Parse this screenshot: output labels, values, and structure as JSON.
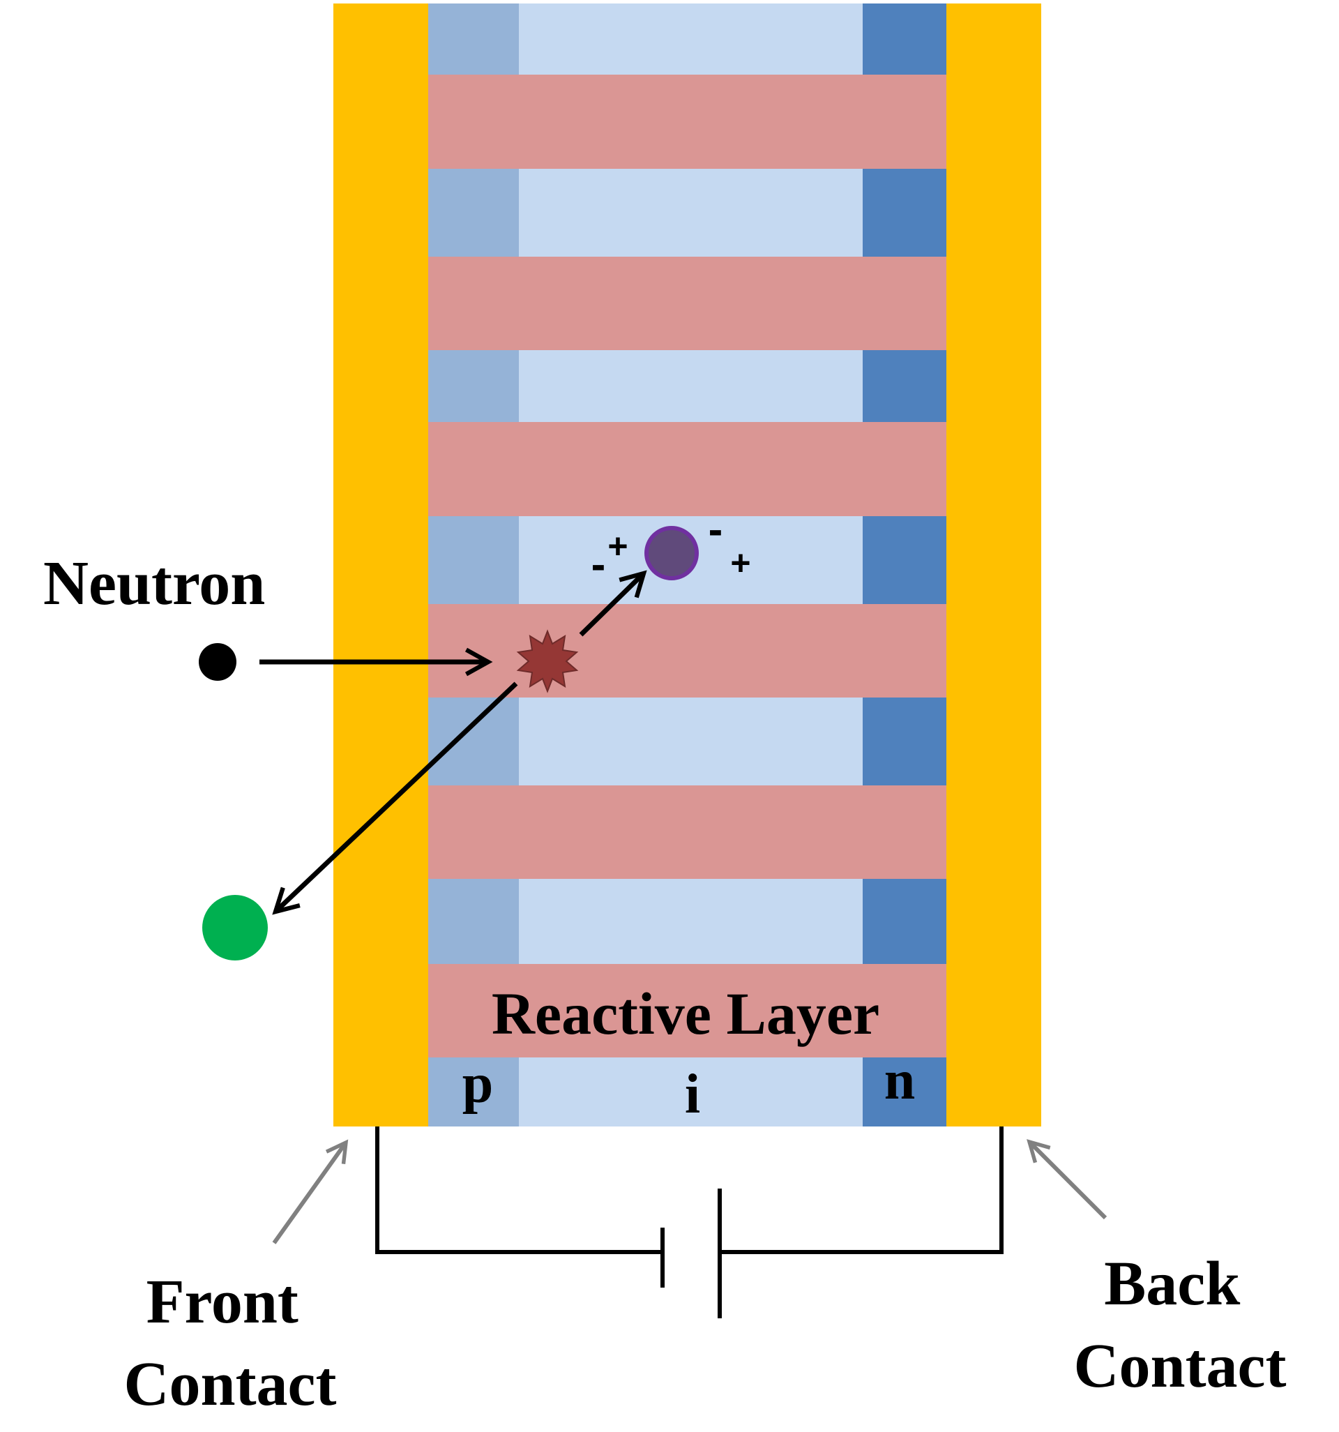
{
  "labels": {
    "neutron": "Neutron",
    "reactive_layer": "Reactive Layer",
    "p_region": "p",
    "i_region": "i",
    "n_region": "n",
    "front_contact": [
      "Front",
      "Contact"
    ],
    "back_contact": [
      "Back",
      "Contact"
    ]
  },
  "charges": {
    "left_minus": "-",
    "left_plus": "+",
    "right_minus": "-",
    "right_plus": "+"
  },
  "colors": {
    "contact": "#FFC000",
    "p_region": "#95B3D7",
    "i_region": "#C5D9F1",
    "n_region": "#4F81BD",
    "reactive_layer": "#DA9694",
    "neutron": "#000000",
    "emitted_particle": "#00B050",
    "reaction_product": "#604A7B",
    "reaction_product_outline": "#7030A0",
    "reaction_burst": "#953735",
    "pointer_arrow": "#808080",
    "circuit": "#000000"
  }
}
